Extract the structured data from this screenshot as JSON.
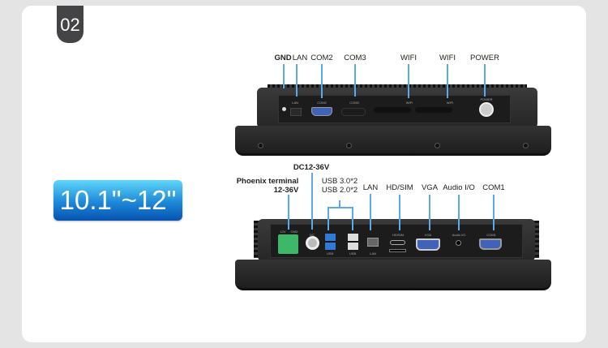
{
  "section_number": "02",
  "size_badge": "10.1\"~12\"",
  "top_view": {
    "labels": [
      "GND",
      "LAN",
      "COM2",
      "COM3",
      "WIFI",
      "WIFI",
      "POWER"
    ],
    "panel_print": [
      "LAN",
      "COM2",
      "COM3",
      "WIFI",
      "WIFI",
      "POWER"
    ]
  },
  "bottom_view": {
    "phoenix": [
      "Phoenix terminal",
      "12-36V"
    ],
    "dc": "DC12-36V",
    "usb": [
      "USB 3.0*2",
      "USB 2.0*2"
    ],
    "labels": [
      "LAN",
      "HD/SIM",
      "VGA",
      "Audio I/O",
      "COM1"
    ],
    "panel_print": [
      "12V",
      "GND",
      "DC",
      "USB",
      "USB",
      "LAN",
      "HD/SIM",
      "VGA",
      "Audio I/O",
      "COM1"
    ]
  },
  "colors": {
    "accent_line": "#5aa9ea",
    "badge_top": "#5ed6fa",
    "badge_bottom": "#0653b0"
  }
}
